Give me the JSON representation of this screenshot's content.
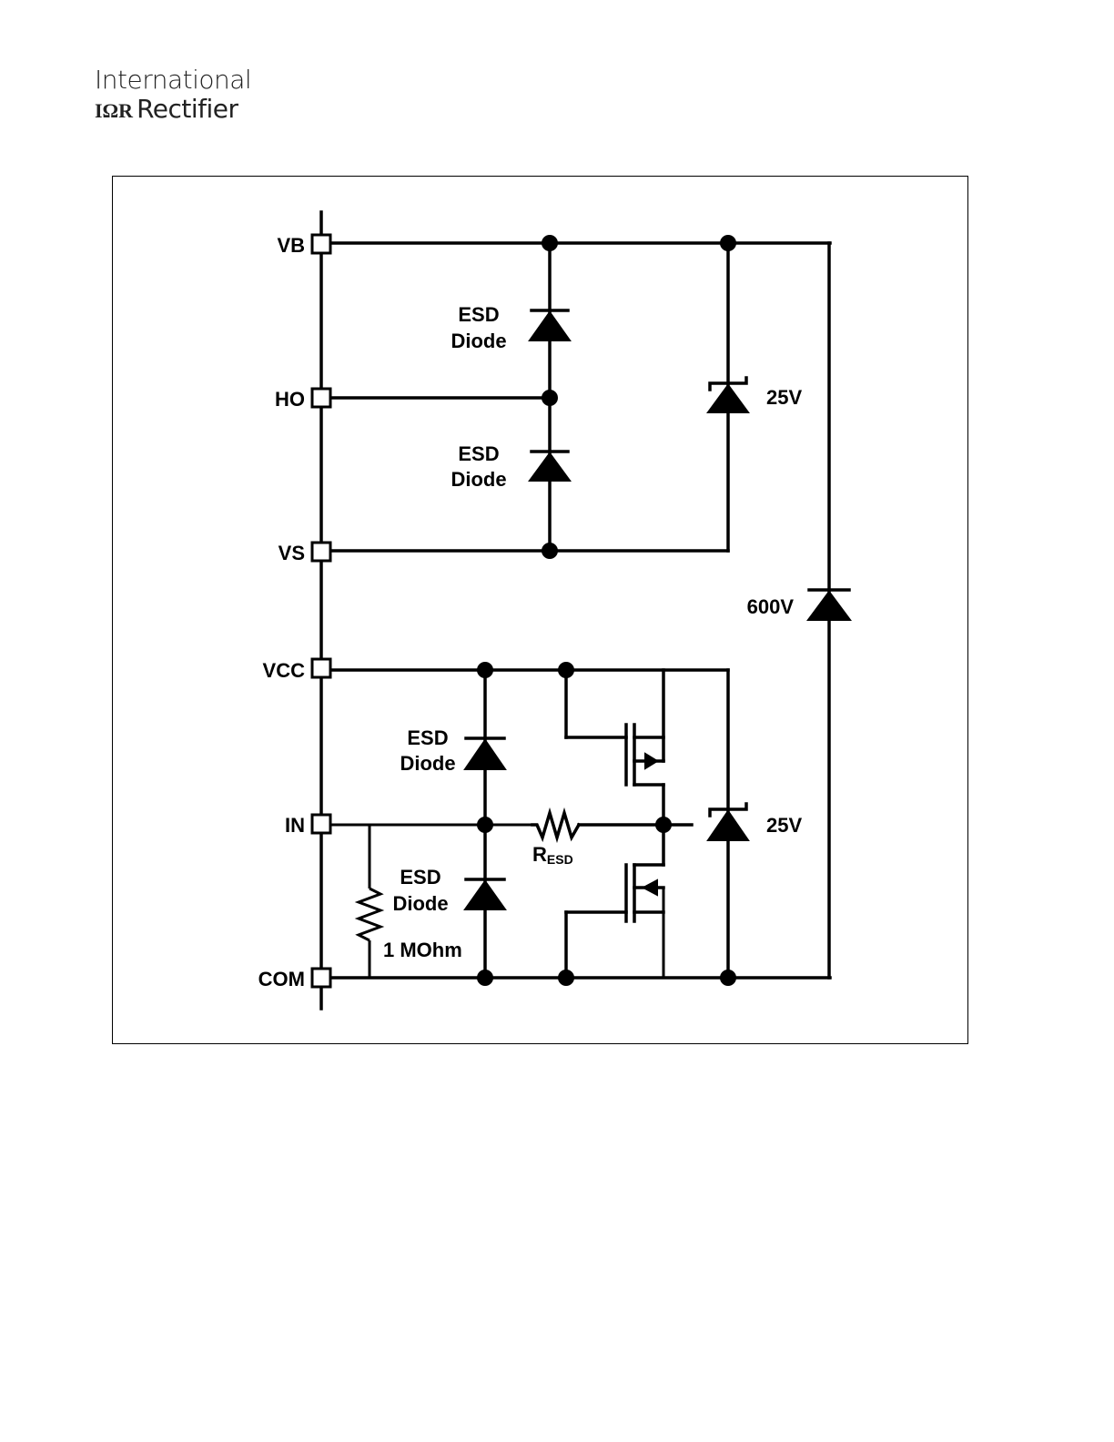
{
  "brand": {
    "line1": "International",
    "mark": "IΩR",
    "line2": "Rectifier"
  },
  "pins": {
    "vb": "VB",
    "ho": "HO",
    "vs": "VS",
    "vcc": "VCC",
    "in": "IN",
    "com": "COM"
  },
  "components": {
    "esd_diode_top_1": {
      "line1": "ESD",
      "line2": "Diode"
    },
    "esd_diode_top_2": {
      "line1": "ESD",
      "line2": "Diode"
    },
    "esd_diode_bot_1": {
      "line1": "ESD",
      "line2": "Diode"
    },
    "esd_diode_bot_2": {
      "line1": "ESD",
      "line2": "Diode"
    },
    "zener_high": "25V",
    "zener_low": "25V",
    "diode_600v": "600V",
    "resistor_esd_main": "R",
    "resistor_esd_sub": "ESD",
    "resistor_pulldown": "1 MOhm"
  },
  "colors": {
    "ink": "#000000",
    "background": "#ffffff"
  }
}
